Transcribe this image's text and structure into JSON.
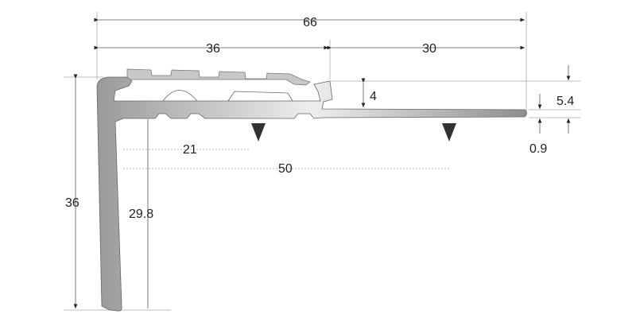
{
  "dimensions": {
    "total_width": "66",
    "tread_width": "36",
    "flange_width": "30",
    "height": "36",
    "inner_height": "29.8",
    "hole_offset_1": "21",
    "hole_offset_2": "50",
    "step": "4",
    "total_thickness": "5.4",
    "flange_thickness": "0.9"
  },
  "colors": {
    "profile": "#a9a9a9",
    "insert": "#c8c8c8",
    "line": "#999999",
    "marker": "#333333"
  }
}
